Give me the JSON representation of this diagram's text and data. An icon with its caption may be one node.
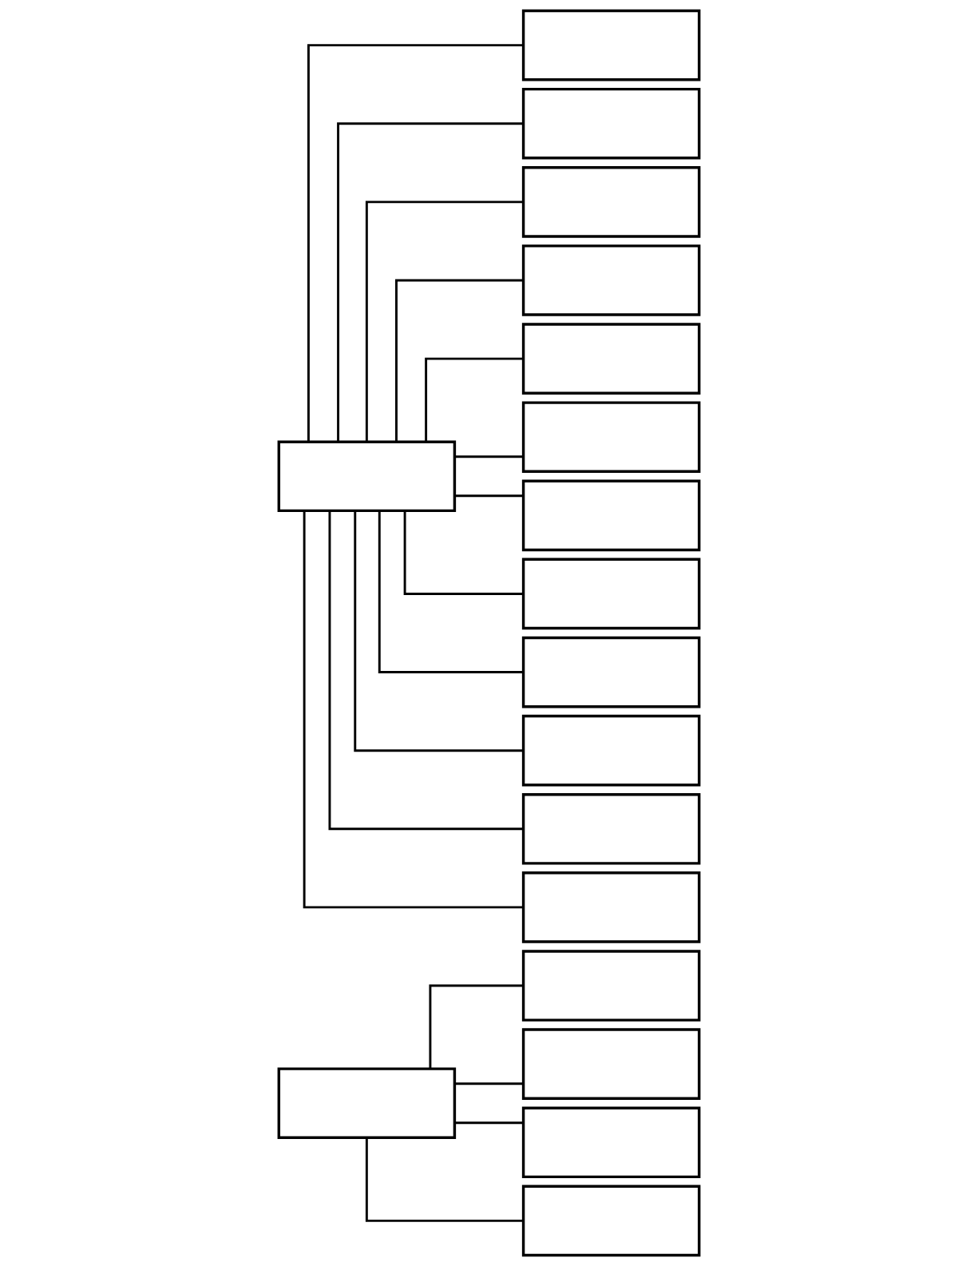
{
  "diagram": {
    "nodes": [
      {
        "text": [],
        "shape": "box"
      },
      {
        "text": [],
        "shape": "box"
      },
      {
        "text": [],
        "shape": "box"
      },
      {
        "text": [],
        "shape": "box"
      },
      {
        "text": [],
        "shape": "box"
      },
      {
        "text": [],
        "shape": "box"
      },
      {
        "text": [],
        "shape": "box"
      },
      {
        "text": [],
        "shape": "box"
      },
      {
        "text": [],
        "shape": "box"
      },
      {
        "text": [],
        "shape": "box"
      },
      {
        "text": [],
        "shape": "box"
      },
      {
        "text": [],
        "shape": "box"
      },
      {
        "text": [],
        "shape": "box"
      },
      {
        "text": [],
        "shape": "box"
      },
      {
        "text": [],
        "shape": "box"
      },
      {
        "text": [],
        "shape": "box"
      },
      {
        "text": [],
        "shape": "box"
      },
      {
        "text": [],
        "shape": "box"
      }
    ],
    "edges": [
      {
        "from": 0,
        "to": 1,
        "arrow": "none"
      },
      {
        "from": 0,
        "to": 2,
        "arrow": "none"
      },
      {
        "from": 0,
        "to": 3,
        "arrow": "none"
      },
      {
        "from": 0,
        "to": 4,
        "arrow": "none"
      },
      {
        "from": 5,
        "to": 6,
        "arrow": "none"
      },
      {
        "from": 5,
        "to": 7,
        "arrow": "none"
      },
      {
        "from": 5,
        "to": 8,
        "arrow": "none"
      },
      {
        "from": 5,
        "to": 9,
        "arrow": "none"
      },
      {
        "from": 5,
        "to": 10,
        "arrow": "none"
      },
      {
        "from": 5,
        "to": 11,
        "arrow": "none"
      },
      {
        "from": 5,
        "to": 12,
        "arrow": "none"
      },
      {
        "from": 5,
        "to": 13,
        "arrow": "none"
      },
      {
        "from": 5,
        "to": 14,
        "arrow": "none"
      },
      {
        "from": 5,
        "to": 15,
        "arrow": "none"
      },
      {
        "from": 5,
        "to": 16,
        "arrow": "none"
      },
      {
        "from": 5,
        "to": 17,
        "arrow": "none"
      }
    ]
  }
}
